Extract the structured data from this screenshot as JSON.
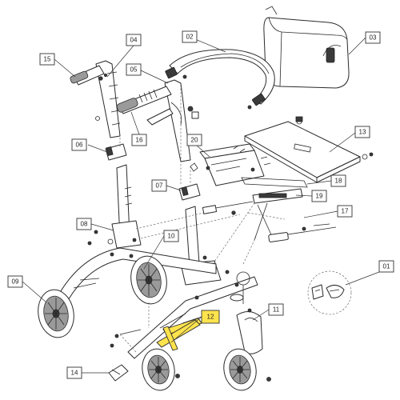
{
  "callouts": [
    {
      "id": "01",
      "label": "01"
    },
    {
      "id": "02",
      "label": "02"
    },
    {
      "id": "03",
      "label": "03"
    },
    {
      "id": "04",
      "label": "04"
    },
    {
      "id": "05",
      "label": "05"
    },
    {
      "id": "06",
      "label": "06"
    },
    {
      "id": "07",
      "label": "07"
    },
    {
      "id": "08",
      "label": "08"
    },
    {
      "id": "09",
      "label": "09"
    },
    {
      "id": "10",
      "label": "10"
    },
    {
      "id": "11",
      "label": "11"
    },
    {
      "id": "12",
      "label": "12"
    },
    {
      "id": "13",
      "label": "13"
    },
    {
      "id": "14",
      "label": "14"
    },
    {
      "id": "15",
      "label": "15"
    },
    {
      "id": "16",
      "label": "16"
    },
    {
      "id": "17",
      "label": "17"
    },
    {
      "id": "18",
      "label": "18"
    },
    {
      "id": "19",
      "label": "19"
    },
    {
      "id": "20",
      "label": "20"
    }
  ],
  "highlight": {
    "part": "12",
    "color": "#ffe34d"
  }
}
